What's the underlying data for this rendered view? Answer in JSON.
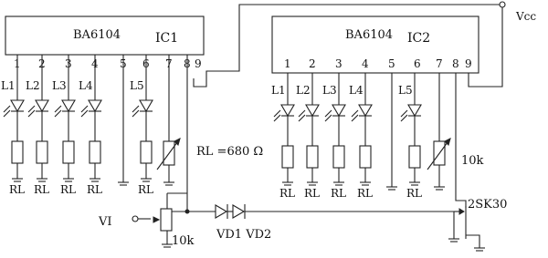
{
  "ic1": {
    "part": "BA6104",
    "designator": "IC1"
  },
  "ic2": {
    "part": "BA6104",
    "designator": "IC2"
  },
  "pins": [
    "1",
    "2",
    "3",
    "4",
    "5",
    "6",
    "7",
    "8",
    "9"
  ],
  "leds": [
    "L1",
    "L2",
    "L3",
    "L4",
    "L5"
  ],
  "res_label": "RL",
  "rl_note": "RL =680 Ω",
  "pot_left": "10k",
  "pot_right": "10k",
  "vcc": "Vcc",
  "vi": "VI",
  "diodes": "VD1 VD2",
  "fet": "2SK30"
}
